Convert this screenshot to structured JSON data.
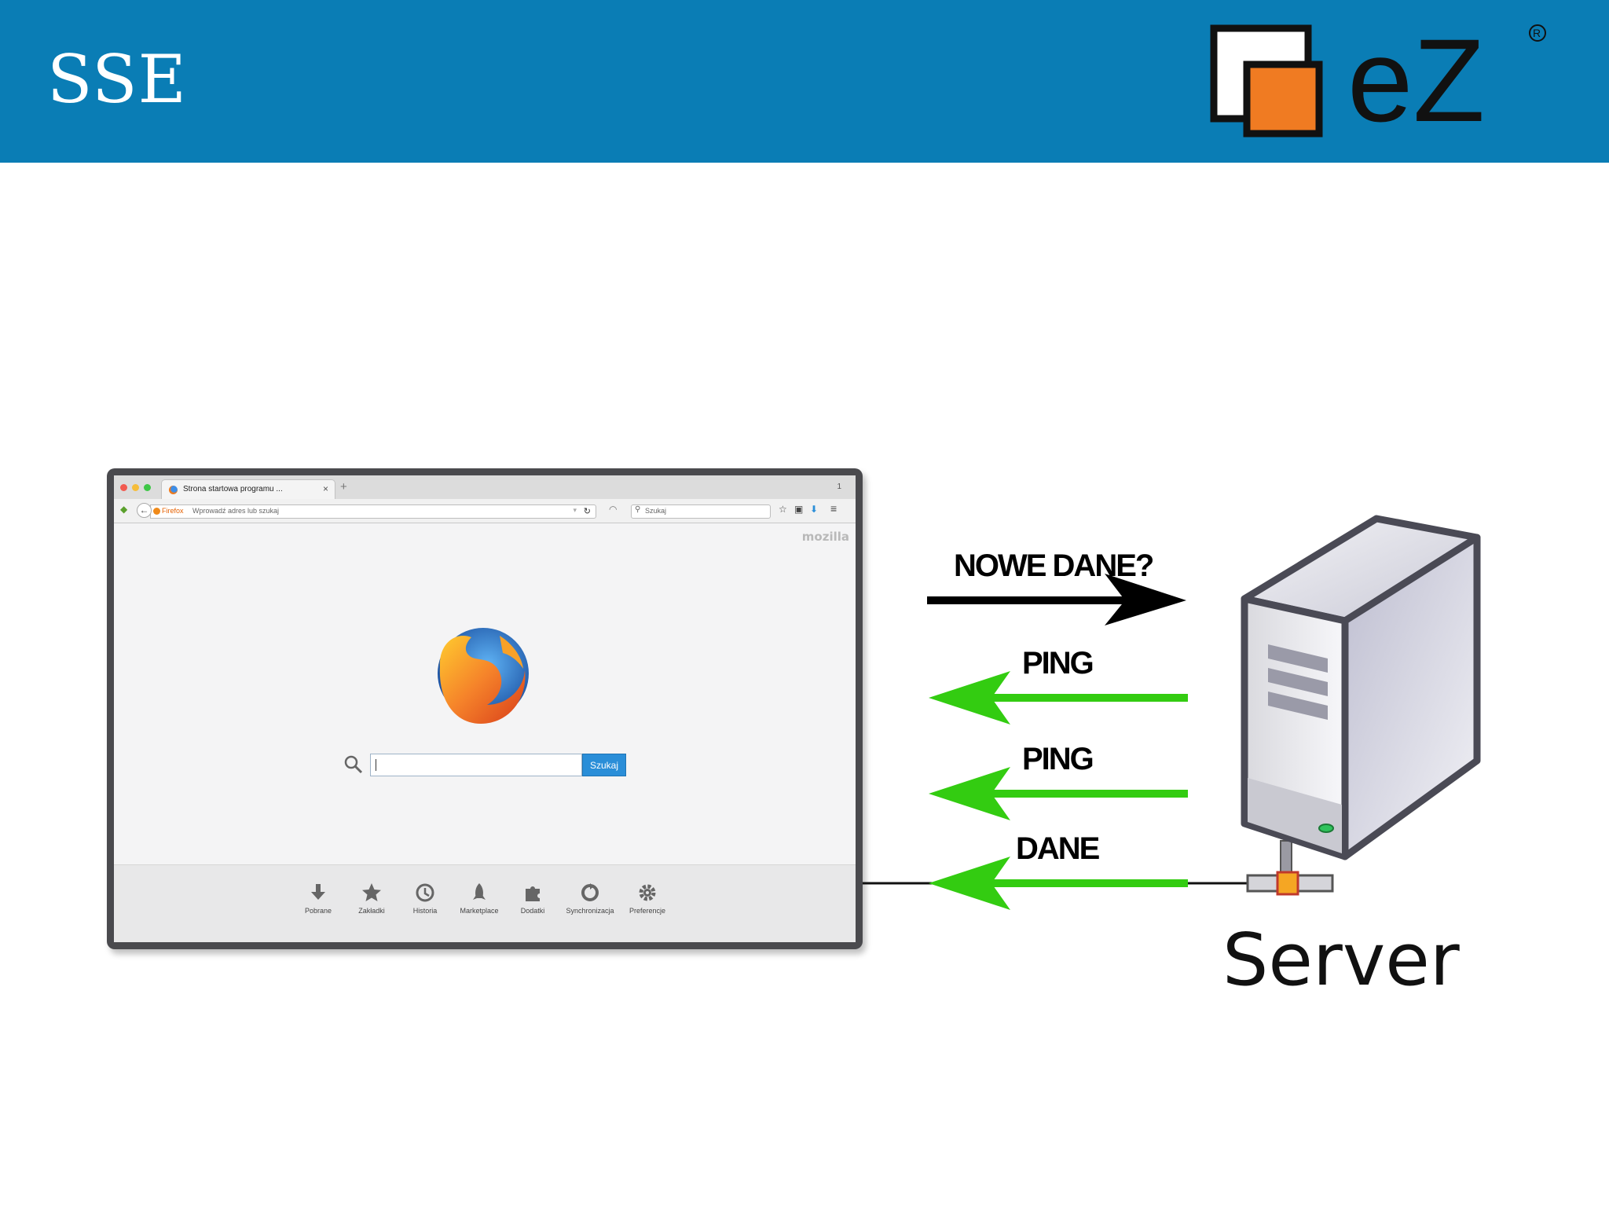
{
  "slide": {
    "title": "SSE",
    "logo_text": "eZ",
    "registered_mark": "R"
  },
  "browser": {
    "tab_title": "Strona startowa programu ...",
    "tab_close": "×",
    "new_tab": "+",
    "tab_count": "1",
    "url_identity": "Firefox",
    "url_placeholder": "Wprowadź adres lub szukaj",
    "search_placeholder": "Szukaj",
    "brand_mark": "mozilla",
    "home_search_button": "Szukaj",
    "launcher": [
      {
        "label": "Pobrane",
        "icon": "download-icon"
      },
      {
        "label": "Zakładki",
        "icon": "star-icon"
      },
      {
        "label": "Historia",
        "icon": "clock-icon"
      },
      {
        "label": "Marketplace",
        "icon": "rocket-icon"
      },
      {
        "label": "Dodatki",
        "icon": "puzzle-icon"
      },
      {
        "label": "Synchronizacja",
        "icon": "sync-icon"
      },
      {
        "label": "Preferencje",
        "icon": "gear-icon"
      }
    ]
  },
  "messages": [
    {
      "label": "NOWE DANE?",
      "direction": "to-server",
      "color": "#000000"
    },
    {
      "label": "PING",
      "direction": "to-client",
      "color": "#33cc11"
    },
    {
      "label": "PING",
      "direction": "to-client",
      "color": "#33cc11"
    },
    {
      "label": "DANE",
      "direction": "to-client",
      "color": "#33cc11"
    }
  ],
  "server": {
    "label": "Server"
  },
  "colors": {
    "header_bg": "#0a7db5",
    "logo_orange": "#f07b22",
    "arrow_green": "#33cc11"
  }
}
